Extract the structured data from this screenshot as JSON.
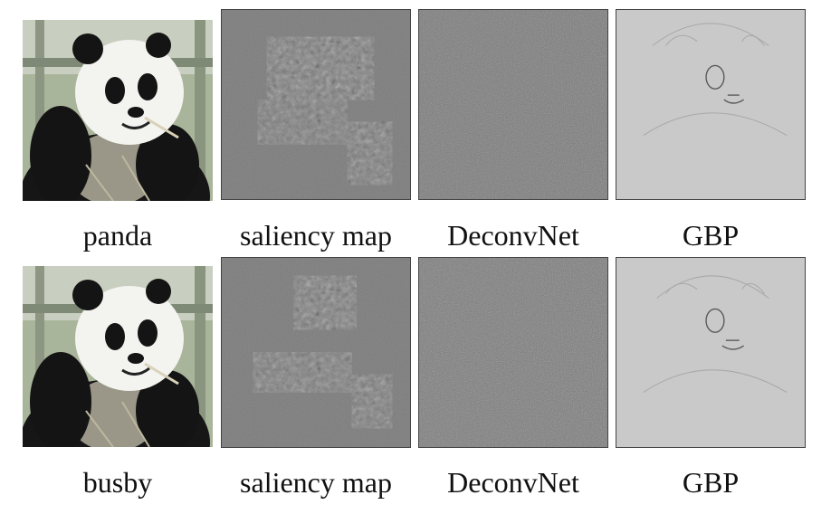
{
  "figure": {
    "rows": [
      {
        "captions": [
          "panda",
          "saliency map",
          "DeconvNet",
          "GBP"
        ]
      },
      {
        "captions": [
          "busby",
          "saliency map",
          "DeconvNet",
          "GBP"
        ]
      }
    ]
  },
  "colors": {
    "saliency_bg": "#7b7b7b",
    "deconv_bg": "#777777",
    "gbp_bg": "#c9c9c9",
    "panda_black": "#141414",
    "panda_white": "#f3f3f0",
    "bg_green": "#a9b59a"
  },
  "icons": [
    "panda-photo",
    "saliency-noise-map",
    "deconvnet-noise-map",
    "gbp-outline-map"
  ]
}
